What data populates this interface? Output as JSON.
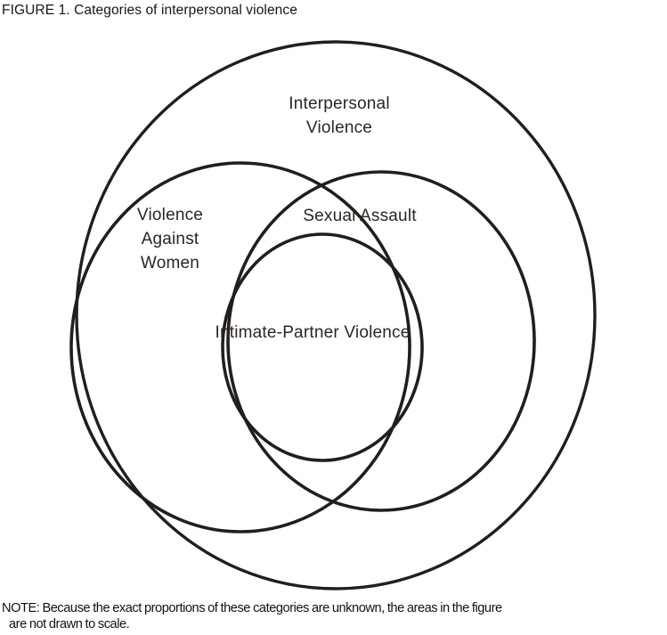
{
  "title": "FIGURE 1. Categories of interpersonal violence",
  "diagram": {
    "description": "Venn diagram of four overlapping categories",
    "sets": {
      "interpersonal_violence": {
        "name": "Interpersonal Violence",
        "lines": [
          "Interpersonal",
          "Violence"
        ]
      },
      "violence_against_women": {
        "name": "Violence Against Women",
        "lines": [
          "Violence",
          "Against",
          "Women"
        ]
      },
      "sexual_assault": {
        "name": "Sexual Assault",
        "lines": [
          "Sexual Assault"
        ]
      },
      "intimate_partner_violence": {
        "name": "Intimate-Partner Violence",
        "lines": [
          "Intimate-Partner Violence"
        ]
      }
    },
    "stroke_color": "#221e1b",
    "background_color": "#ffffff"
  },
  "note": {
    "lines": [
      "NOTE: Because the exact proportions of these categories are unknown, the areas in the figure",
      "are not drawn to scale."
    ]
  }
}
